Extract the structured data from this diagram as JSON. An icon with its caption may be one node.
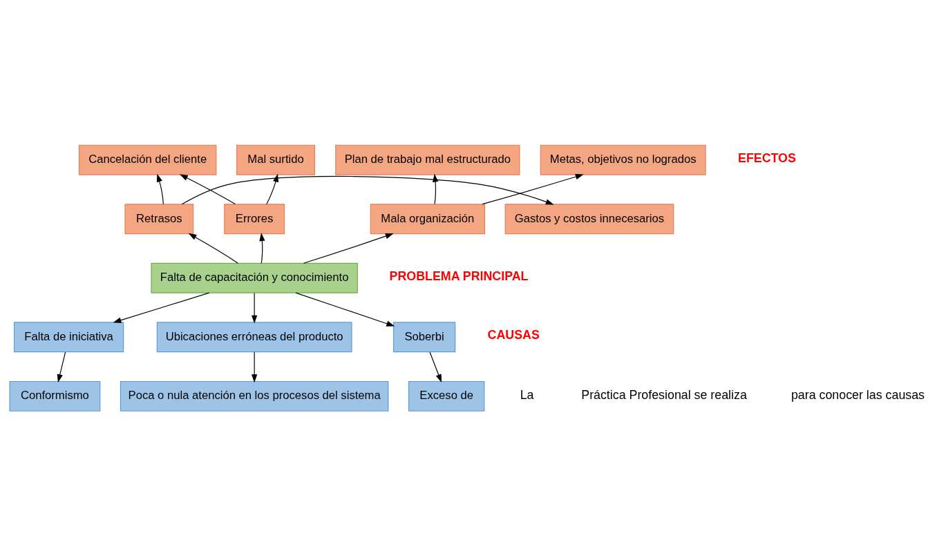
{
  "diagram": {
    "nodes": [
      {
        "text": [
          "Cancelación del cliente"
        ]
      },
      {
        "text": [
          "Mal surtido"
        ]
      },
      {
        "text": [
          "Plan de trabajo mal estructurado"
        ]
      },
      {
        "text": [
          "Metas, objetivos no logrados"
        ]
      },
      {
        "text": [
          "Gastos y costos innecesarios"
        ]
      },
      {
        "text": [
          "Retrasos"
        ]
      },
      {
        "text": [
          "Errores"
        ]
      },
      {
        "text": [
          "Mala organización"
        ]
      },
      {
        "text": [
          "Falta de capacitación y conocimiento"
        ]
      },
      {
        "text": [
          "Falta de iniciativa"
        ]
      },
      {
        "text": [
          "Ubicaciones erróneas del producto"
        ]
      },
      {
        "text": [
          "Soberbi"
        ]
      },
      {
        "text": [
          "Conformismo"
        ]
      },
      {
        "text": [
          "Exceso de"
        ]
      },
      {
        "text": [
          "Poca o nula atención en los procesos del sistema"
        ]
      }
    ],
    "edges": [
      {
        "from": 5,
        "to": 0,
        "arrow": "to"
      },
      {
        "from": 6,
        "to": 0,
        "arrow": "to"
      },
      {
        "from": 6,
        "to": 1,
        "arrow": "to"
      },
      {
        "from": 7,
        "to": 2,
        "arrow": "to"
      },
      {
        "from": 7,
        "to": 3,
        "arrow": "to"
      },
      {
        "from": 5,
        "to": 4,
        "arrow": "to"
      },
      {
        "from": 8,
        "to": 5,
        "arrow": "to"
      },
      {
        "from": 8,
        "to": 6,
        "arrow": "to"
      },
      {
        "from": 8,
        "to": 7,
        "arrow": "to"
      },
      {
        "from": 8,
        "to": 9,
        "arrow": "to"
      },
      {
        "from": 8,
        "to": 10,
        "arrow": "to"
      },
      {
        "from": 8,
        "to": 11,
        "arrow": "to"
      },
      {
        "from": 9,
        "to": 12,
        "arrow": "to"
      },
      {
        "from": 11,
        "to": 13,
        "arrow": "to"
      },
      {
        "from": 10,
        "to": 14,
        "arrow": "to"
      }
    ],
    "labels": [
      "EFECTOS",
      "PROBLEMA PRINCIPAL",
      "CAUSAS",
      "La",
      "Práctica Profesional se realiza",
      "para conocer las causas"
    ]
  }
}
